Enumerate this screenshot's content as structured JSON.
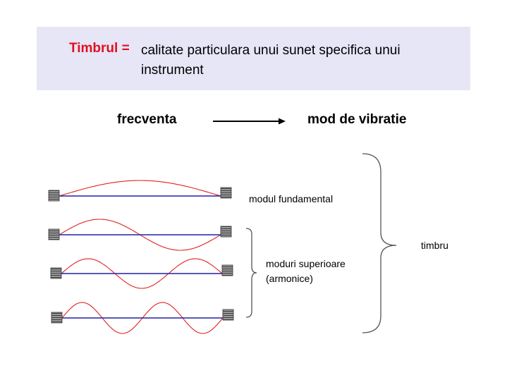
{
  "definition": {
    "term": "Timbrul =",
    "line1": "calitate particulara unui sunet specifica unui",
    "line2": "instrument"
  },
  "mapping": {
    "from": "frecventa",
    "to": "mod de vibratie"
  },
  "labels": {
    "fundamental": "modul fundamental",
    "higher_line1": "moduri superioare",
    "higher_line2": "(armonice)",
    "timbre": "timbru"
  },
  "colors": {
    "banner": "#e6e6f7",
    "term": "#e01020",
    "string": "#2020a8",
    "wave": "#e02020",
    "bracket": "#555555"
  },
  "modes": [
    {
      "harmonic": 1
    },
    {
      "harmonic": 2
    },
    {
      "harmonic": 3
    },
    {
      "harmonic": 4
    }
  ]
}
